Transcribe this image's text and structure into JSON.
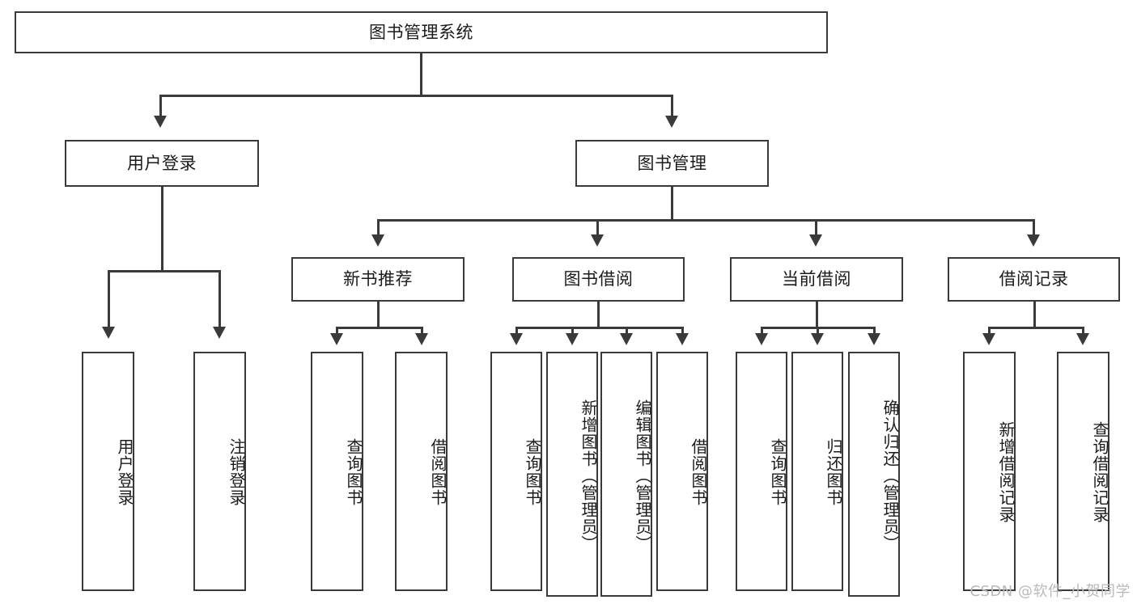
{
  "diagram": {
    "type": "tree-hierarchy",
    "title": "图书管理系统",
    "root": {
      "label": "图书管理系统"
    },
    "level2": [
      {
        "id": "user-login",
        "label": "用户登录"
      },
      {
        "id": "book-manage",
        "label": "图书管理"
      }
    ],
    "level3": [
      {
        "id": "new-book-recommend",
        "label": "新书推荐",
        "parent": "book-manage"
      },
      {
        "id": "book-borrow",
        "label": "图书借阅",
        "parent": "book-manage"
      },
      {
        "id": "current-borrow",
        "label": "当前借阅",
        "parent": "book-manage"
      },
      {
        "id": "borrow-record",
        "label": "借阅记录",
        "parent": "book-manage"
      }
    ],
    "leaves": {
      "user_login": [
        {
          "id": "leaf-user-login",
          "label": "用户登录"
        },
        {
          "id": "leaf-user-logout",
          "label": "注销登录"
        }
      ],
      "new_book_recommend": [
        {
          "id": "leaf-query-book-1",
          "label": "查询图书"
        },
        {
          "id": "leaf-borrow-book-1",
          "label": "借阅图书"
        }
      ],
      "book_borrow": [
        {
          "id": "leaf-query-book-2",
          "label": "查询图书"
        },
        {
          "id": "leaf-add-book",
          "label": "新增图书（管理员）"
        },
        {
          "id": "leaf-edit-book",
          "label": "编辑图书（管理员）"
        },
        {
          "id": "leaf-borrow-book-2",
          "label": "借阅图书"
        }
      ],
      "current_borrow": [
        {
          "id": "leaf-query-book-3",
          "label": "查询图书"
        },
        {
          "id": "leaf-return-book",
          "label": "归还图书"
        },
        {
          "id": "leaf-confirm-return",
          "label": "确认归还（管理员）"
        }
      ],
      "borrow_record": [
        {
          "id": "leaf-add-record",
          "label": "新增借阅记录"
        },
        {
          "id": "leaf-query-record",
          "label": "查询借阅记录"
        }
      ]
    },
    "colors": {
      "stroke": "#3a3a3a",
      "fill": "#ffffff",
      "text": "#1b1b1b",
      "watermark": "#b9b9b9"
    }
  },
  "watermark": {
    "text": "CSDN @软件_小贺同学"
  }
}
